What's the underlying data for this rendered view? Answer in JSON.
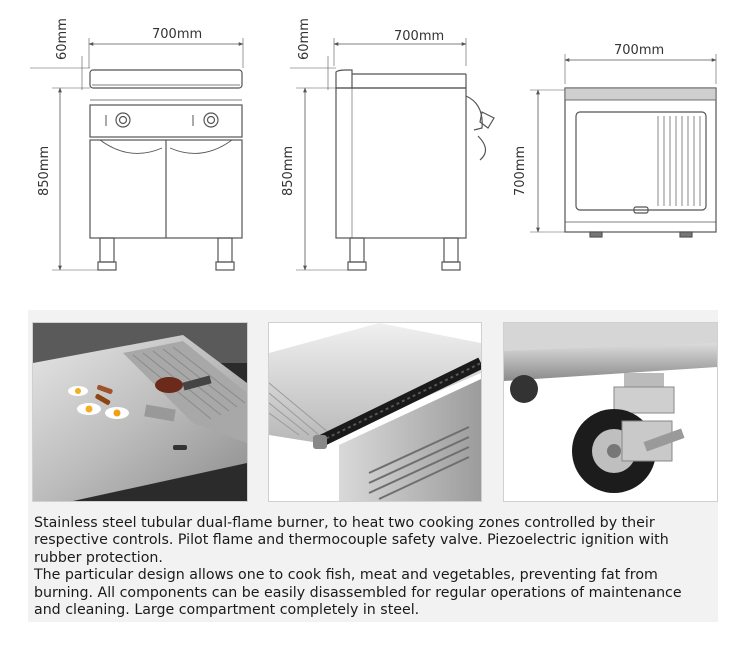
{
  "drawings": {
    "front": {
      "width_label": "700mm",
      "height_label": "850mm",
      "top_label": "60mm"
    },
    "side": {
      "width_label": "700mm",
      "height_label": "850mm",
      "top_label": "60mm"
    },
    "top": {
      "width_label": "700mm",
      "depth_label": "700mm"
    }
  },
  "photos": [
    {
      "subject": "griddle-plate-with-food"
    },
    {
      "subject": "griddle-edge-closeup"
    },
    {
      "subject": "caster-wheel-with-brake"
    }
  ],
  "description": {
    "paragraph1": "Stainless steel tubular dual-flame burner, to heat two cooking zones controlled by their respective controls. Pilot flame and thermocouple safety valve. Piezoelectric ignition with rubber protection.",
    "paragraph2": "The particular design allows one to cook fish, meat and vegetables, preventing fat from burning. All components can be easily disassembled for regular operations of maintenance and cleaning. Large compartment completely in steel."
  }
}
